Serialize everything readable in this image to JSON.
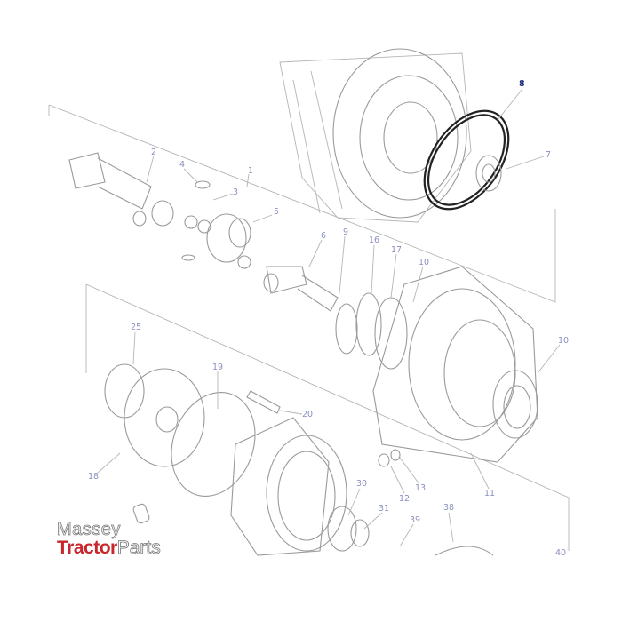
{
  "diagram": {
    "callouts": [
      {
        "id": "8",
        "highlight": true
      },
      {
        "id": "7"
      },
      {
        "id": "2"
      },
      {
        "id": "4"
      },
      {
        "id": "1"
      },
      {
        "id": "3"
      },
      {
        "id": "5"
      },
      {
        "id": "6"
      },
      {
        "id": "9"
      },
      {
        "id": "16"
      },
      {
        "id": "17"
      },
      {
        "id": "10"
      },
      {
        "id": "10"
      },
      {
        "id": "25"
      },
      {
        "id": "19"
      },
      {
        "id": "20"
      },
      {
        "id": "18"
      },
      {
        "id": "11"
      },
      {
        "id": "12"
      },
      {
        "id": "13"
      },
      {
        "id": "30"
      },
      {
        "id": "31"
      },
      {
        "id": "39"
      },
      {
        "id": "38"
      },
      {
        "id": "40"
      }
    ],
    "colors": {
      "callout": "#8a8fc0",
      "highlight": "#1a2a7a",
      "line": "#9a9a9a"
    }
  },
  "logo": {
    "line1": "Massey",
    "line2a": "Tractor",
    "line2b": "Parts",
    "brand_color": "#c8262b"
  }
}
